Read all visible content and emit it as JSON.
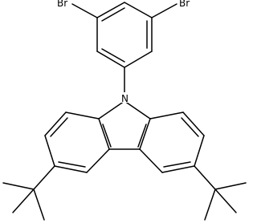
{
  "molecule": {
    "atom_labels": {
      "br_left": "Br",
      "br_right": "Br",
      "nitrogen": "N"
    }
  }
}
